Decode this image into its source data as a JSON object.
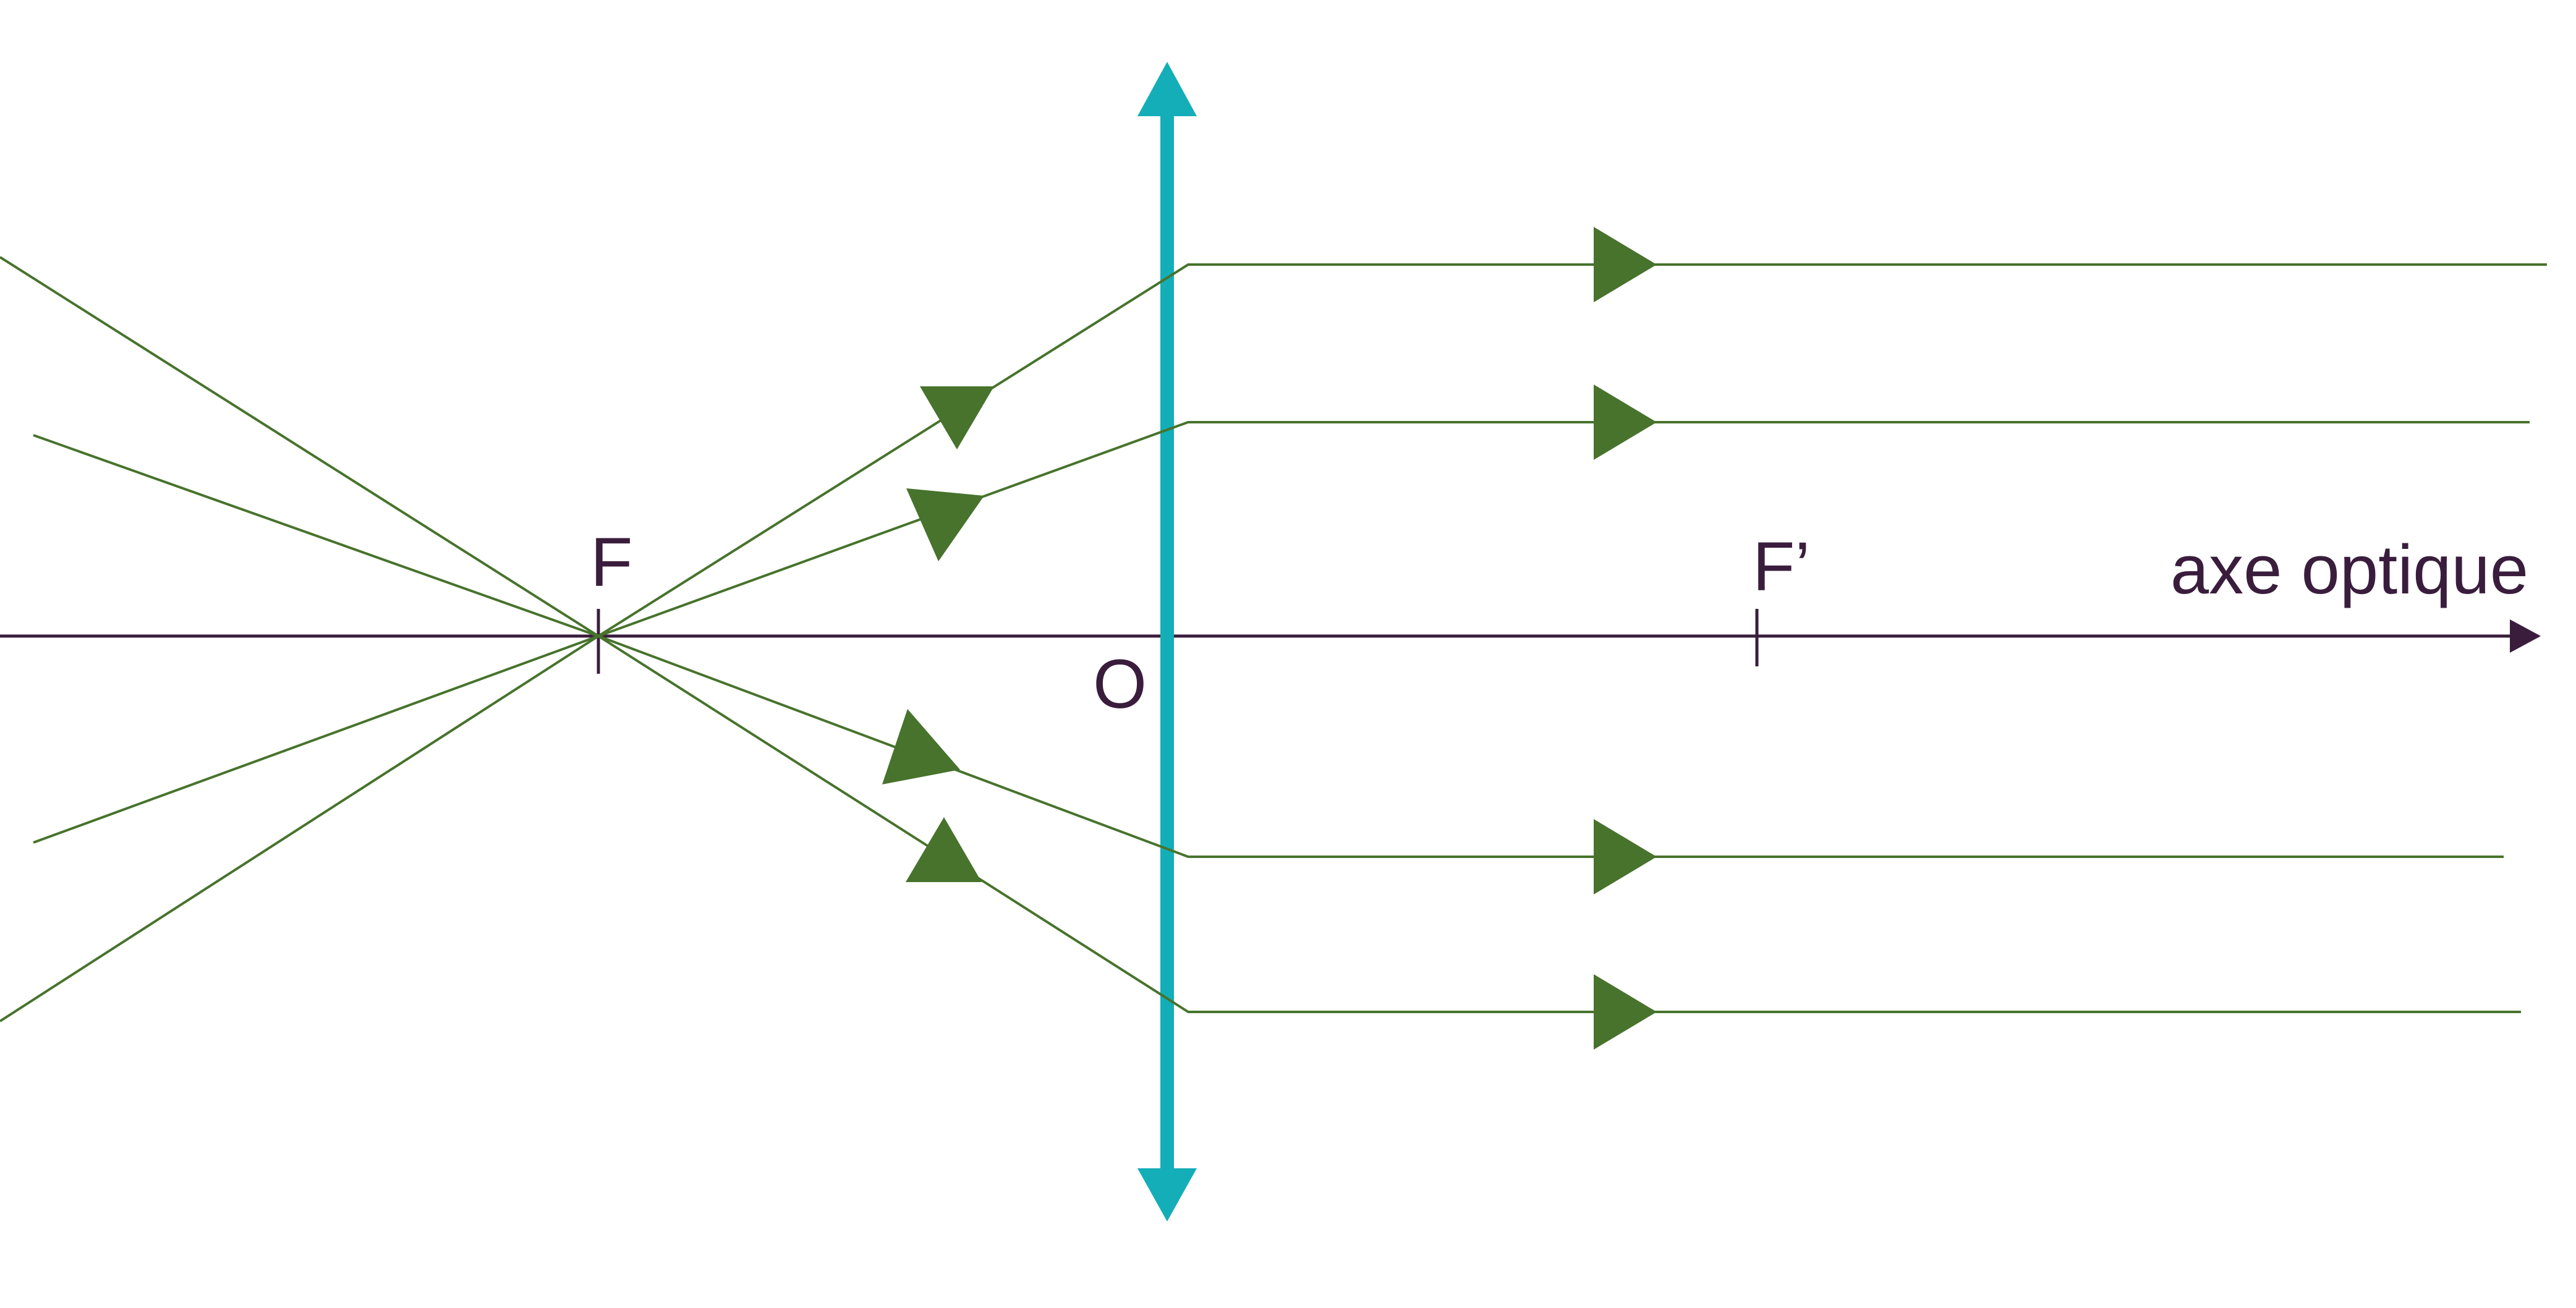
{
  "labels": {
    "focal_object": "F",
    "focal_image": "F’",
    "center": "O",
    "axis": "axe optique"
  },
  "colors": {
    "axis": "#3a1d3c",
    "lens": "#14aeb8",
    "ray": "#47732c",
    "text": "#3a1d3c",
    "background": "#ffffff"
  },
  "icons": {
    "lens_ends": "double-headed-arrow (converging lens symbol)",
    "ray_direction": "filled-triangle-arrowheads"
  }
}
